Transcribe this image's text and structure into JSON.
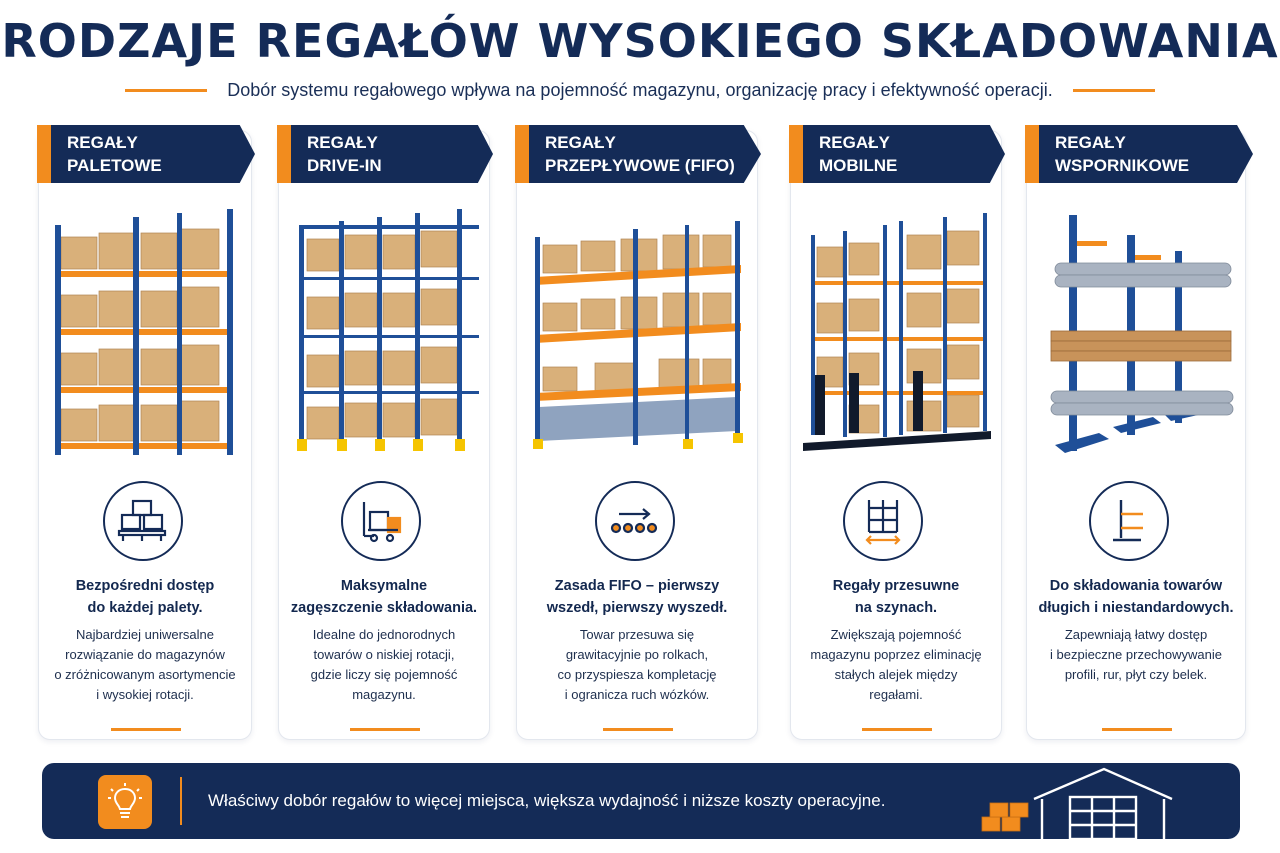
{
  "header": {
    "title": "RODZAJE REGAŁÓW WYSOKIEGO SKŁADOWANIA",
    "subtitle": "Dobór systemu regałowego wpływa na pojemność magazynu, organizację pracy i efektywność operacji."
  },
  "colors": {
    "navy": "#142b57",
    "orange": "#f28c1e",
    "rack_blue": "#1f4f98",
    "box": "#d9b07a"
  },
  "cards": [
    {
      "title_line1": "REGAŁY",
      "title_line2": "PALETOWE",
      "icon": "pallet-boxes-icon",
      "headline_line1": "Bezpośredni dostęp",
      "headline_line2": "do każdej palety.",
      "desc_lines": [
        "Najbardziej uniwersalne",
        "rozwiązanie do magazynów",
        "o zróżnicowanym asortymencie",
        "i wysokiej rotacji."
      ]
    },
    {
      "title_line1": "REGAŁY",
      "title_line2": "DRIVE-IN",
      "icon": "forklift-icon",
      "headline_line1": "Maksymalne",
      "headline_line2": "zagęszczenie składowania.",
      "desc_lines": [
        "Idealne do jednorodnych",
        "towarów o niskiej rotacji,",
        "gdzie liczy się pojemność",
        "magazynu."
      ]
    },
    {
      "title_line1": "REGAŁY",
      "title_line2": "PRZEPŁYWOWE (FIFO)",
      "icon": "roller-conveyor-icon",
      "headline_line1": "Zasada FIFO – pierwszy",
      "headline_line2": "wszedł, pierwszy wyszedł.",
      "desc_lines": [
        "Towar przesuwa się",
        "grawitacyjnie po rolkach,",
        "co przyspiesza kompletację",
        "i ogranicza ruch wózków."
      ]
    },
    {
      "title_line1": "REGAŁY",
      "title_line2": "MOBILNE",
      "icon": "sliding-rack-icon",
      "headline_line1": "Regały przesuwne",
      "headline_line2": "na szynach.",
      "desc_lines": [
        "Zwiększają pojemność",
        "magazynu poprzez eliminację",
        "stałych alejek między",
        "regałami."
      ]
    },
    {
      "title_line1": "REGAŁY",
      "title_line2": "WSPORNIKOWE",
      "icon": "cantilever-rack-icon",
      "headline_line1": "Do składowania towarów",
      "headline_line2": "długich i niestandardowych.",
      "desc_lines": [
        "Zapewniają łatwy dostęp",
        "i bezpieczne przechowywanie",
        "profili, rur, płyt czy belek."
      ]
    }
  ],
  "footer": {
    "icon": "lightbulb-icon",
    "text": "Właściwy dobór regałów to więcej miejsca, większa wydajność i niższe koszty operacyjne.",
    "illustration": "warehouse-icon"
  }
}
